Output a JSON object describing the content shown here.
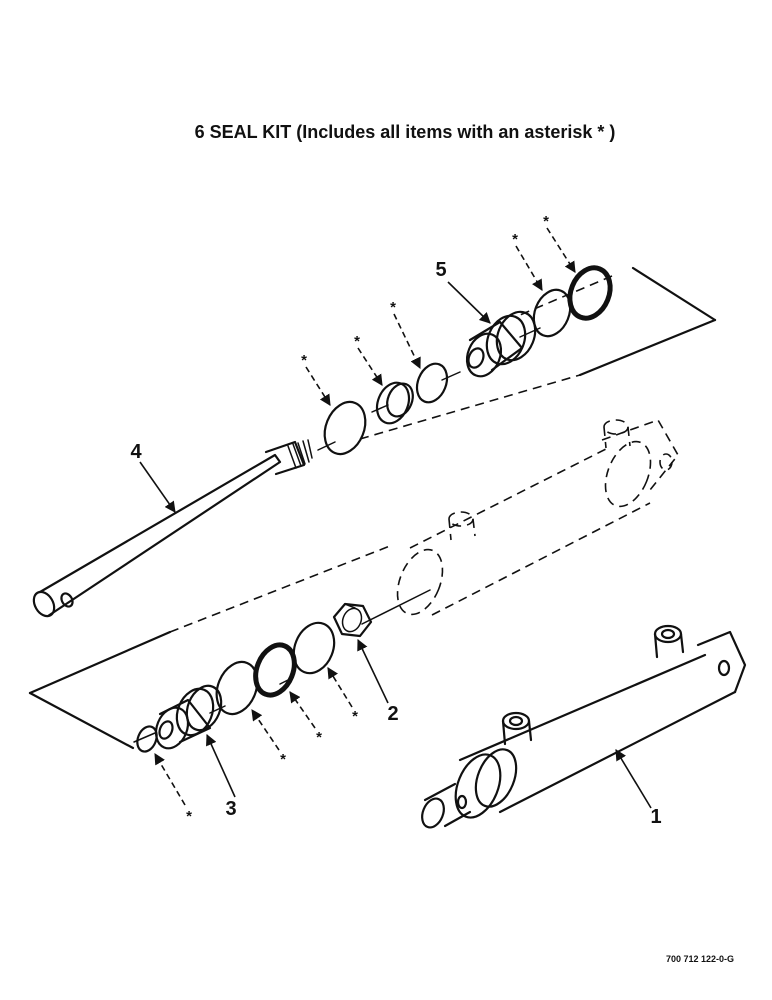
{
  "title": "6 SEAL KIT (Includes all items with an asterisk * )",
  "callouts": {
    "part1": "1",
    "part2": "2",
    "part3": "3",
    "part4": "4",
    "part5": "5"
  },
  "asterisk": "*",
  "drawing_number": "700 712 122-0-G",
  "parts": {
    "part1_name": "hydraulic-cylinder-assembly",
    "part2_name": "hex-nut",
    "part3_name": "piston",
    "part4_name": "piston-rod",
    "part5_name": "gland"
  }
}
